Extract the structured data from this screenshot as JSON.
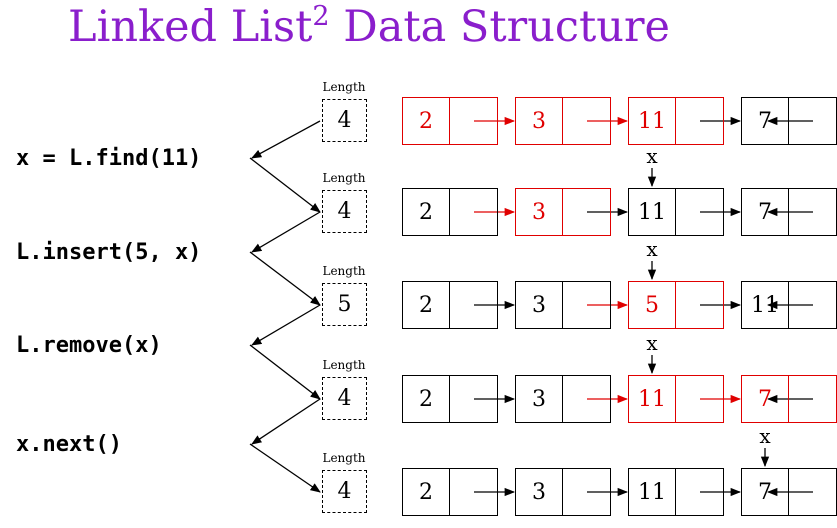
{
  "title": {
    "main": "Linked List",
    "sup": "2",
    "rest": " Data Structure"
  },
  "length_label": "Length",
  "pointer_label": "x",
  "operations": [
    "x = L.find(11)",
    "L.insert(5, x)",
    "L.remove(x)",
    "x.next()"
  ],
  "colors": {
    "title": "#8a1ecc",
    "highlight": "#e00000",
    "normal": "#000000"
  },
  "states": [
    {
      "length": "4",
      "nodes": [
        {
          "value": "2",
          "red": true
        },
        {
          "value": "3",
          "red": true
        },
        {
          "value": "11",
          "red": true
        },
        {
          "value": "7",
          "red": false
        }
      ],
      "pointer_index": null
    },
    {
      "length": "4",
      "nodes": [
        {
          "value": "2",
          "red": false
        },
        {
          "value": "3",
          "red": true
        },
        {
          "value": "11",
          "red": false
        },
        {
          "value": "7",
          "red": false
        }
      ],
      "pointer_index": 2
    },
    {
      "length": "5",
      "nodes": [
        {
          "value": "2",
          "red": false
        },
        {
          "value": "3",
          "red": false
        },
        {
          "value": "5",
          "red": true
        },
        {
          "value": "11",
          "red": false
        }
      ],
      "pointer_index": 2
    },
    {
      "length": "4",
      "nodes": [
        {
          "value": "2",
          "red": false
        },
        {
          "value": "3",
          "red": false
        },
        {
          "value": "11",
          "red": true
        },
        {
          "value": "7",
          "red": true
        }
      ],
      "pointer_index": 2
    },
    {
      "length": "4",
      "nodes": [
        {
          "value": "2",
          "red": false
        },
        {
          "value": "3",
          "red": false
        },
        {
          "value": "11",
          "red": false
        },
        {
          "value": "7",
          "red": false
        }
      ],
      "pointer_index": 3
    }
  ]
}
